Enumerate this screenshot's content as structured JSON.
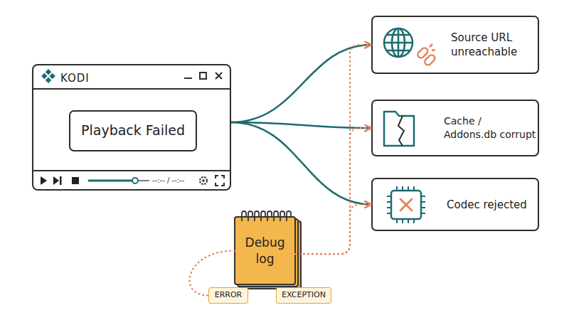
{
  "diagram": {
    "nodes": [
      {
        "text": [
          "KODI"
        ]
      },
      {
        "text": [
          "Playback Failed"
        ],
        "in": 0
      },
      {
        "text": [
          "Source URL unreachable"
        ]
      },
      {
        "text": [
          "Cache / Addons.db corrupt"
        ]
      },
      {
        "text": [
          "Codec rejected"
        ]
      },
      {
        "text": [
          "Debug log"
        ]
      },
      {
        "text": [
          "ERROR"
        ]
      },
      {
        "text": [
          "EXCEPTION"
        ]
      }
    ],
    "edges": [
      {
        "from": 0,
        "to": 2,
        "arrow": "to"
      },
      {
        "from": 0,
        "to": 3,
        "arrow": "to"
      },
      {
        "from": 0,
        "to": 4,
        "arrow": "to"
      },
      {
        "from": 5,
        "to": 2,
        "arrow": "to"
      },
      {
        "from": 5,
        "to": 3,
        "arrow": "to"
      },
      {
        "from": 5,
        "to": 4,
        "arrow": "to"
      },
      {
        "from": 5,
        "to": 6,
        "arrow": "none"
      }
    ],
    "labels": [
      "--:-- / --:--"
    ]
  }
}
